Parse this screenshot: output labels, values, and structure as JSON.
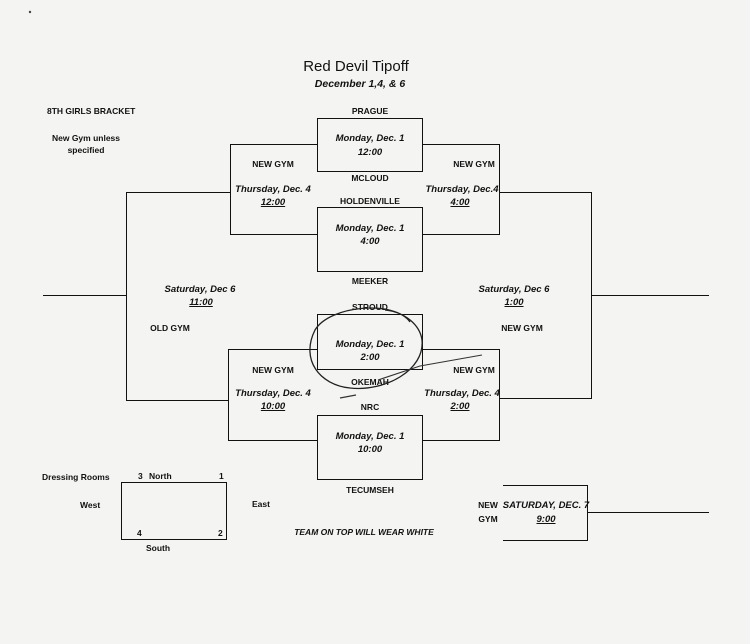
{
  "title": "Red Devil Tipoff",
  "dates": "December 1,4, & 6",
  "bracket_label": "8TH GIRLS BRACKET",
  "gym_note": "New Gym unless specified",
  "teams": {
    "prague": "PRAGUE",
    "mcloud": "MCLOUD",
    "holdenville": "HOLDENVILLE",
    "meeker": "MEEKER",
    "stroud": "STROUD",
    "okemah": "OKEMAH",
    "nrc": "NRC",
    "tecumseh": "TECUMSEH"
  },
  "games": {
    "g1": {
      "day": "Monday, Dec. 1",
      "time": "12:00"
    },
    "g2": {
      "day": "Monday, Dec. 1",
      "time": "4:00"
    },
    "g3": {
      "day": "Monday, Dec. 1",
      "time": "2:00"
    },
    "g4": {
      "day": "Monday, Dec. 1",
      "time": "10:00"
    },
    "left_top": {
      "gym": "NEW GYM",
      "day": "Thursday, Dec. 4",
      "time": "12:00"
    },
    "right_top": {
      "gym": "NEW GYM",
      "day": "Thursday, Dec.4",
      "time": "4:00"
    },
    "left_bottom": {
      "gym": "NEW GYM",
      "day": "Thursday, Dec. 4",
      "time": "10:00"
    },
    "right_bottom": {
      "gym": "NEW GYM",
      "day": "Thursday, Dec. 4",
      "time": "2:00"
    },
    "left_semi": {
      "gym": "OLD GYM",
      "day": "Saturday, Dec 6",
      "time": "11:00"
    },
    "right_semi": {
      "gym": "NEW GYM",
      "day": "Saturday, Dec 6",
      "time": "1:00"
    },
    "final": {
      "gym_line1": "NEW",
      "gym_line2": "GYM",
      "day": "SATURDAY, DEC. 7",
      "time": "9:00"
    }
  },
  "dressing": {
    "label": "Dressing Rooms",
    "north": "North",
    "south": "South",
    "east": "East",
    "west": "West",
    "room1": "1",
    "room2": "2",
    "room3": "3",
    "room4": "4"
  },
  "footnote": "TEAM ON TOP WILL WEAR WHITE"
}
